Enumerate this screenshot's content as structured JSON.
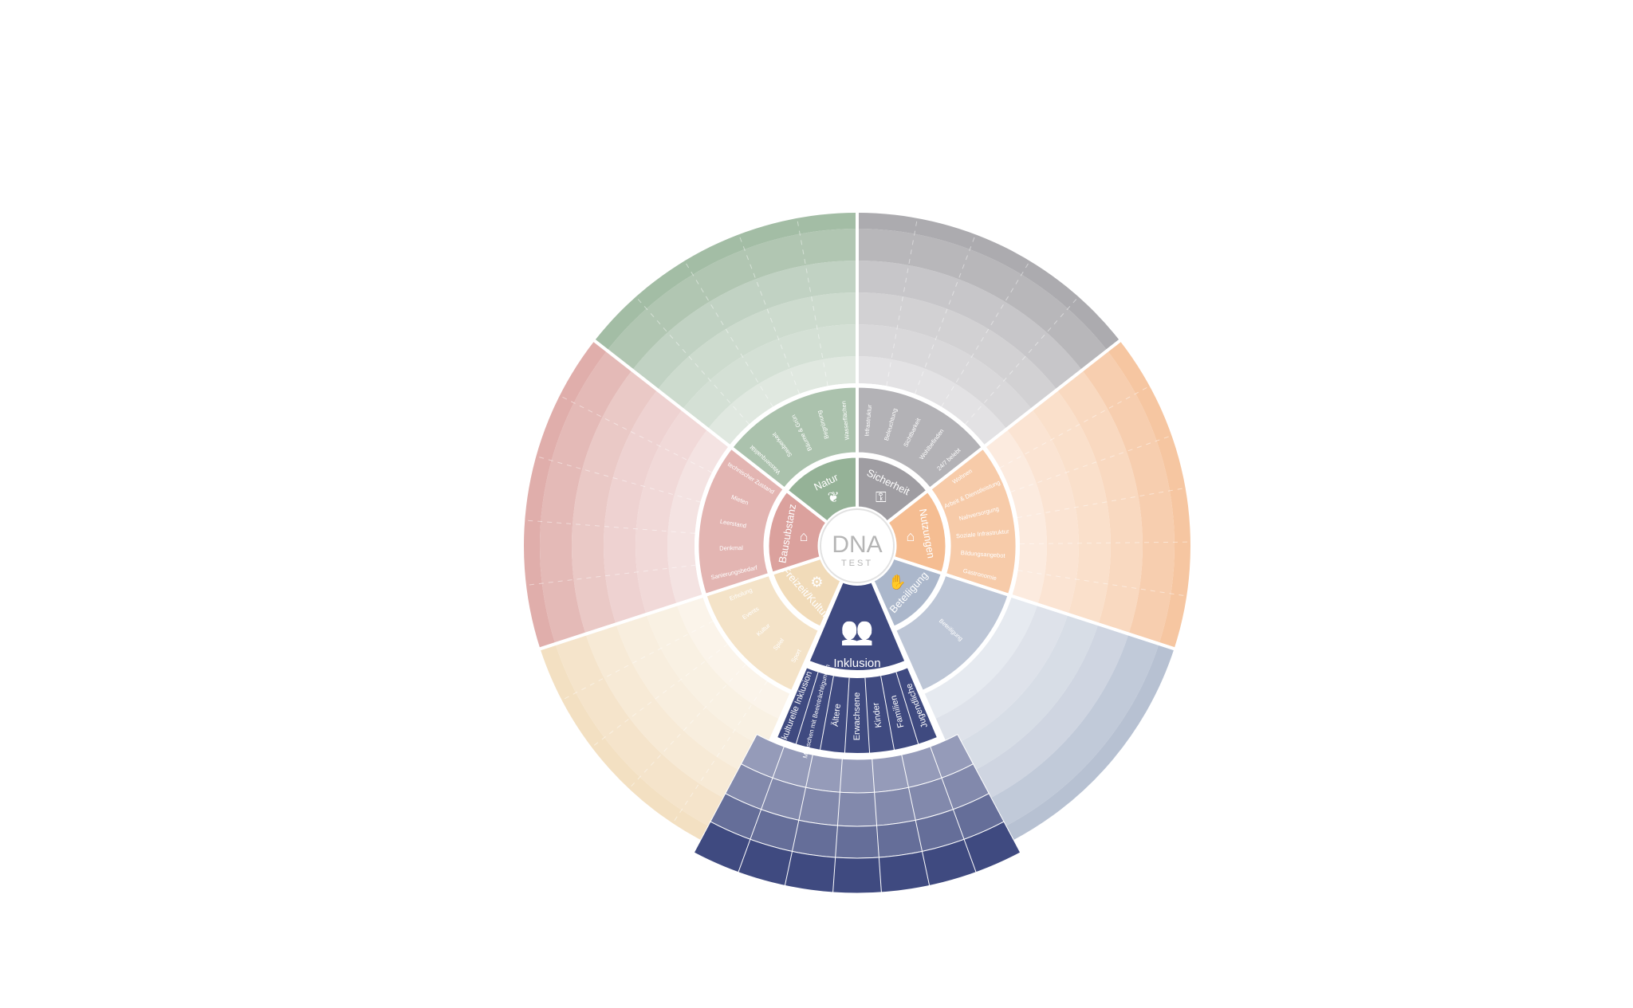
{
  "center": {
    "title": "DNA",
    "subtitle": "TEST"
  },
  "colors": {
    "natur": "#8fae91",
    "sicherheit": "#9a989d",
    "nutzungen": "#f4b98c",
    "beteiligung": "#a7b3c8",
    "inklusion": "#3f4a80",
    "freizeitkultur": "#f0d9b5",
    "bausubstanz": "#d99c98",
    "divider": "#ffffff",
    "ring": "#ffffff",
    "center_text": "#b5b5b5"
  },
  "sectors": [
    {
      "key": "natur",
      "name": "Natur",
      "icon": "leaf-icon",
      "items": [
        "Wasserqualität",
        "Sauberkeit",
        "Bäume & Grün",
        "Begrünung",
        "Wasserflächen"
      ]
    },
    {
      "key": "sicherheit",
      "name": "Sicherheit",
      "icon": "lock-icon",
      "items": [
        "Infrastruktur",
        "Beleuchtung",
        "Sichtbarkeit",
        "Wohlbefinden",
        "24/7 belebt"
      ]
    },
    {
      "key": "nutzungen",
      "name": "Nutzungen",
      "icon": "houses-icon",
      "items": [
        "Wohnen",
        "Arbeit & Dienstleistung",
        "Nahversorgung",
        "Soziale Infrastruktur",
        "Bildungsangebot",
        "Gastronomie"
      ]
    },
    {
      "key": "beteiligung",
      "name": "Beteiligung",
      "icon": "raised-hand-icon",
      "items": [
        "Beteiligung"
      ]
    },
    {
      "key": "inklusion",
      "name": "Inklusion",
      "icon": "people-group-icon",
      "items": [
        "Jugendliche",
        "Familien",
        "Kinder",
        "Erwachsene",
        "Ältere",
        "Menschen mit Beeinträchtigungen",
        "kulturelle Inklusion"
      ]
    },
    {
      "key": "freizeitkultur",
      "name": "Freizeit/Kultur",
      "icon": "bicycle-icon",
      "items": [
        "Sport",
        "Spiel",
        "Kultur",
        "Events",
        "Erholung"
      ]
    },
    {
      "key": "bausubstanz",
      "name": "Bausubstanz",
      "icon": "house-gear-icon",
      "items": [
        "Sanierungsbedarf",
        "Denkmal",
        "Leerstand",
        "Mieten",
        "technischer Zustand"
      ]
    }
  ]
}
